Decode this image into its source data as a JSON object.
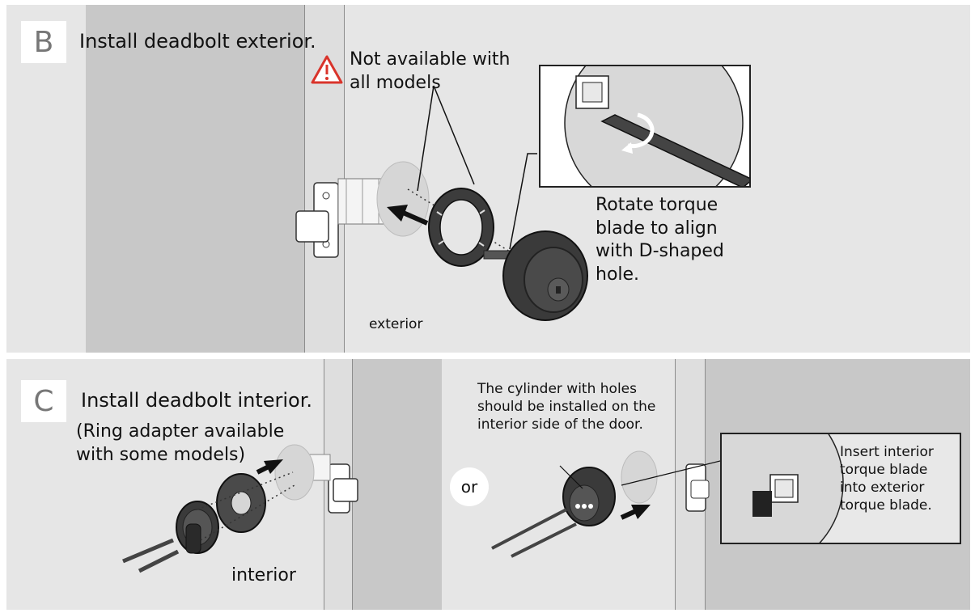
{
  "step_b": {
    "letter": "B",
    "title": "Install deadbolt exterior.",
    "warning": "Not available with\nall models",
    "inset_caption": "Rotate torque\nblade to align\nwith D-shaped\nhole.",
    "side_label": "exterior"
  },
  "step_c": {
    "letter": "C",
    "title": "Install deadbolt interior.",
    "note": "(Ring adapter available\nwith some models)",
    "side_label": "interior",
    "or_label": "or",
    "cylinder_note": "The cylinder with holes\nshould be installed on the\ninterior side of the door.",
    "inset_caption": "Insert interior\ntorque blade\ninto exterior\ntorque blade."
  },
  "colors": {
    "panel_bg": "#e6e6e6",
    "door_face": "#c8c8c8",
    "warning_red": "#d9342b"
  },
  "icons": [
    "warning-triangle-icon",
    "arrow-icon"
  ]
}
